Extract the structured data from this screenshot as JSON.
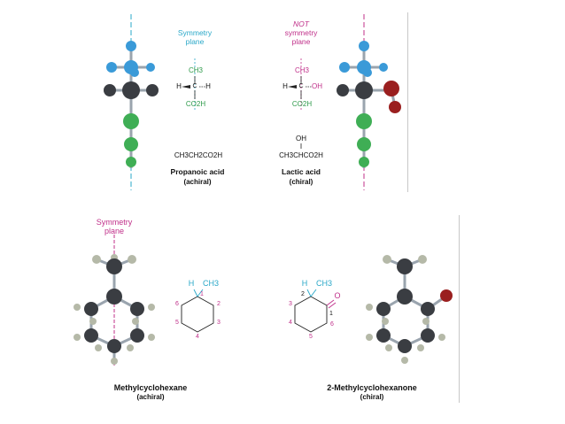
{
  "top": {
    "sym_label": [
      "Symmetry",
      "plane"
    ],
    "not_sym_label": [
      "NOT",
      "symmetry",
      "plane"
    ],
    "propanoic": {
      "ch3": "CH3",
      "h_left": "H",
      "c": "C",
      "h_right": "H",
      "co2h": "CO2H",
      "condensed": "CH3CH2CO2H",
      "name": "Propanoic acid",
      "chirality": "(achiral)"
    },
    "lactic": {
      "ch3": "CH3",
      "h_left": "H",
      "c": "C",
      "oh_right": "OH",
      "co2h": "CO2H",
      "oh_top": "OH",
      "condensed": "CH3CHCO2H",
      "name": "Lactic acid",
      "chirality": "(chiral)"
    }
  },
  "bottom": {
    "sym_label": [
      "Symmetry",
      "plane"
    ],
    "methylcyclohexane": {
      "h": "H",
      "ch3": "CH3",
      "numbers": [
        "1",
        "2",
        "3",
        "4",
        "5",
        "6"
      ],
      "name": "Methylcyclohexane",
      "chirality": "(achiral)"
    },
    "methylcyclohexanone": {
      "h": "H",
      "ch3": "CH3",
      "o": "O",
      "numbers": [
        "1",
        "2",
        "3",
        "4",
        "5",
        "6"
      ],
      "name": "2-Methylcyclohexanone",
      "chirality": "(chiral)"
    }
  },
  "colors": {
    "cyan": "#2aa8c8",
    "magenta": "#c0308a",
    "green": "#2e9a4a",
    "blue_atom": "#3a9ad8",
    "carbon": "#3a3d42",
    "hydrogen": "#b5b9a8",
    "oxygen": "#9a1f1f",
    "green_atom": "#3fae55"
  }
}
